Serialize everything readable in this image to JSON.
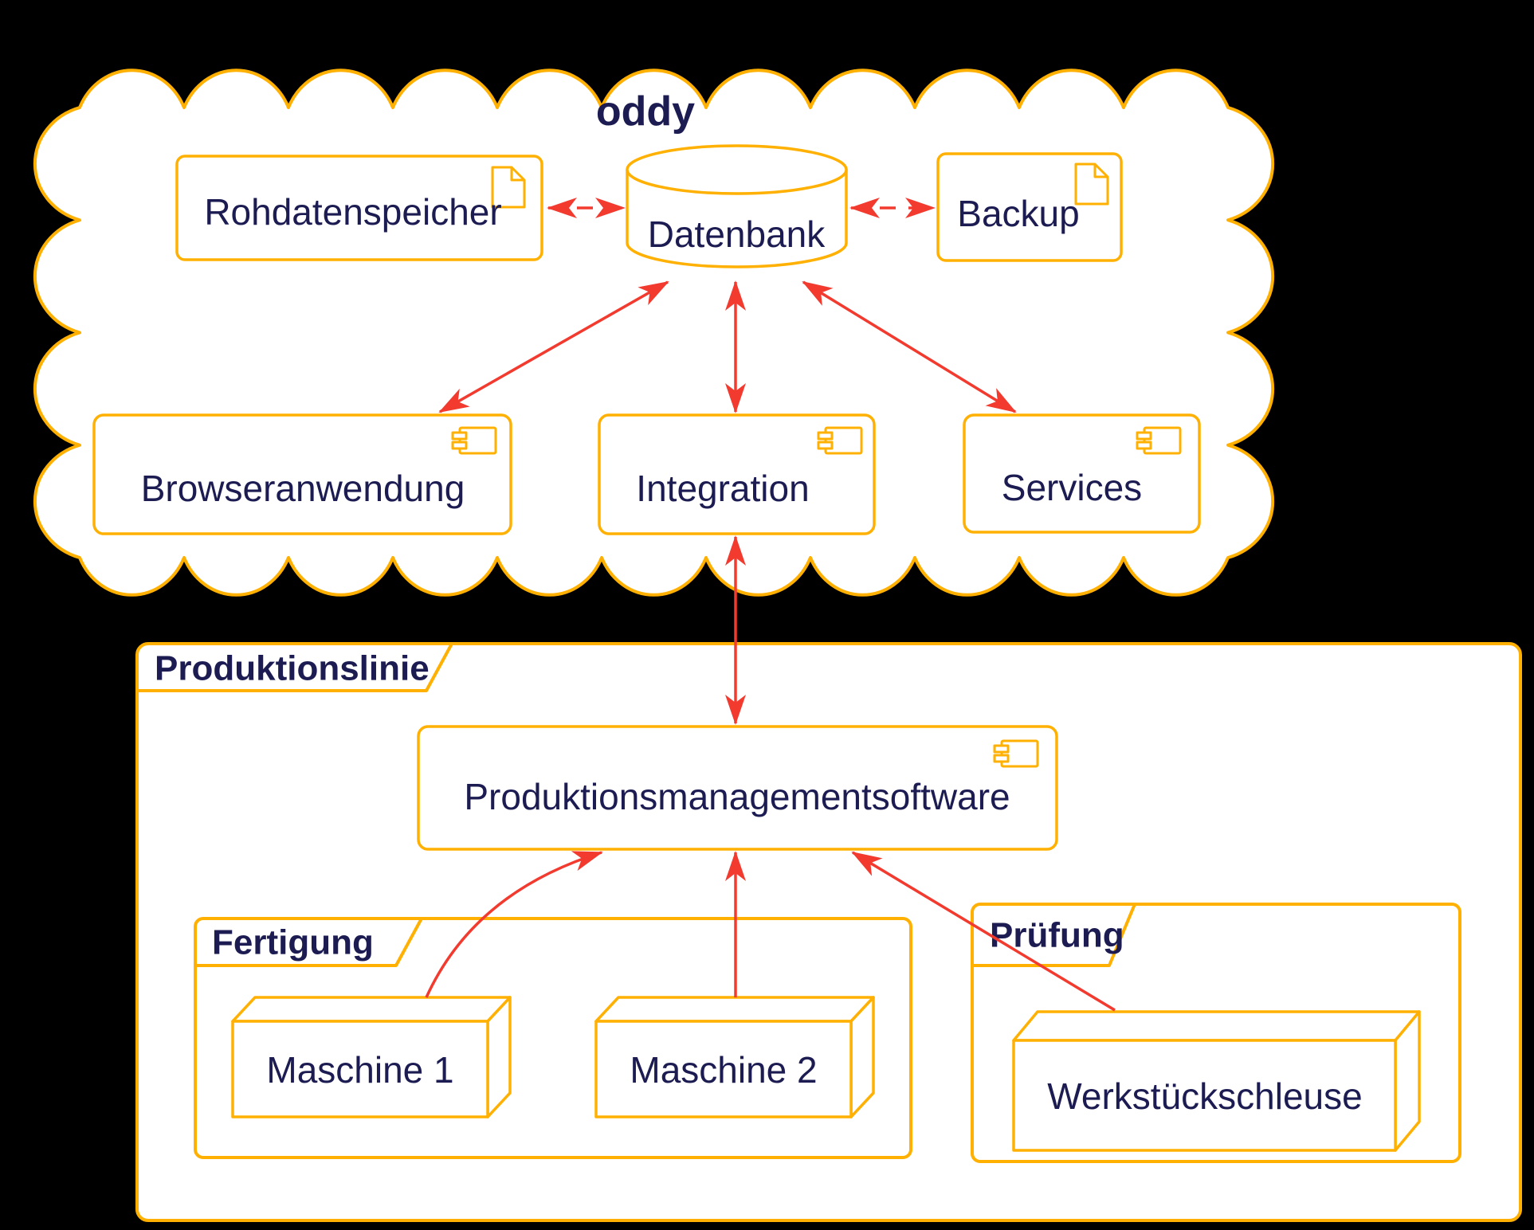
{
  "colors": {
    "gold": "#FFB000",
    "navy": "#1C1C52",
    "red": "#F33A2F",
    "bg": "#000000",
    "fill": "#FFFFFF"
  },
  "icons": {
    "file": "file-icon",
    "component": "component-icon",
    "cloud": "cloud-boundary",
    "database": "database-cylinder-icon",
    "node3d": "node-3d-box"
  },
  "cloud": {
    "title": "oddy",
    "artifact_rohdaten": "Rohdatenspeicher",
    "database": "Datenbank",
    "artifact_backup": "Backup",
    "component_browser": "Browseranwendung",
    "component_integration": "Integration",
    "component_services": "Services"
  },
  "production": {
    "title": "Produktionslinie",
    "software": "Produktionsmanagementsoftware",
    "fertigung": {
      "title": "Fertigung",
      "machine1": "Maschine 1",
      "machine2": "Maschine 2"
    },
    "pruefung": {
      "title": "Prüfung",
      "sluice": "Werkstückschleuse"
    }
  }
}
